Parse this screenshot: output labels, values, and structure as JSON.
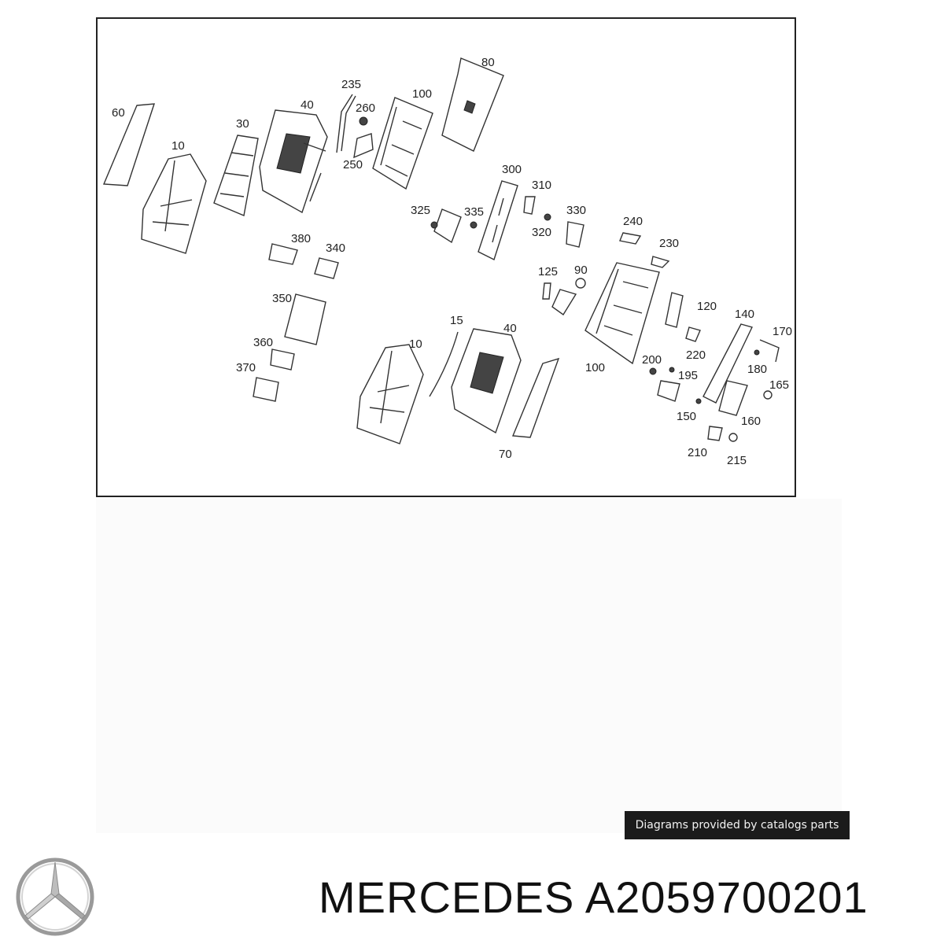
{
  "diagram": {
    "part_numbers": [
      "60",
      "10",
      "30",
      "40",
      "235",
      "260",
      "100",
      "80",
      "250",
      "300",
      "310",
      "325",
      "335",
      "320",
      "330",
      "240",
      "230",
      "380",
      "340",
      "125",
      "90",
      "350",
      "120",
      "140",
      "170",
      "15",
      "40",
      "10",
      "100",
      "360",
      "220",
      "180",
      "200",
      "195",
      "165",
      "370",
      "150",
      "160",
      "70",
      "210",
      "215"
    ]
  },
  "credit": {
    "text": "Diagrams provided by catalogs parts"
  },
  "brand": {
    "title": "MERCEDES A2059700201",
    "logo_icon": "mercedes-star-icon"
  }
}
